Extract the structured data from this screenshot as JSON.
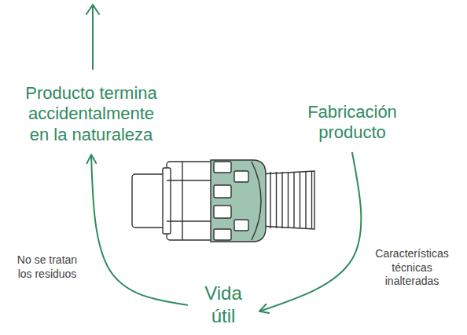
{
  "diagram": {
    "nodes": [
      {
        "text": [
          "Producto termina accidentalmente en la naturaleza"
        ]
      },
      {
        "text": [
          "Fabricación producto"
        ]
      },
      {
        "text": [
          "Vida útil"
        ]
      }
    ],
    "edges": [
      {
        "from": 1,
        "to": 2,
        "arrow": "to",
        "label": "Características técnicas inalteradas"
      },
      {
        "from": 2,
        "to": 0,
        "arrow": "to",
        "label": "No se tratan los residuos"
      }
    ]
  }
}
